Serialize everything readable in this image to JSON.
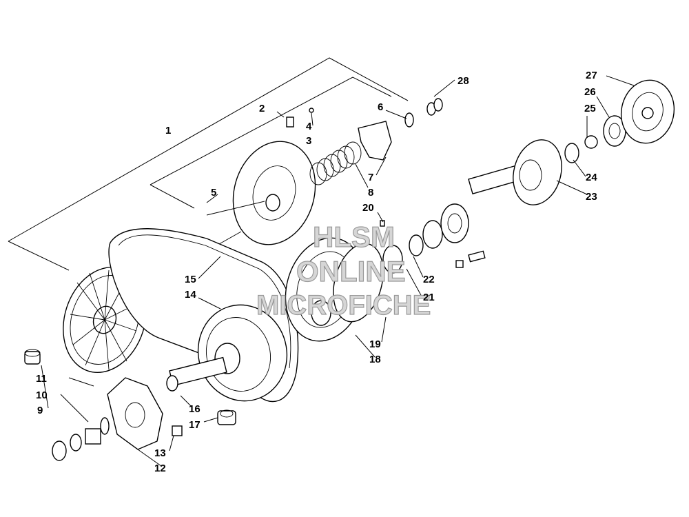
{
  "watermark": {
    "line1": "HLSM",
    "line2": "ONLINE",
    "line3": "MICROFICHE"
  },
  "callouts": [
    {
      "id": "c1",
      "label": "1"
    },
    {
      "id": "c2",
      "label": "2"
    },
    {
      "id": "c3",
      "label": "3"
    },
    {
      "id": "c4",
      "label": "4"
    },
    {
      "id": "c5",
      "label": "5"
    },
    {
      "id": "c6",
      "label": "6"
    },
    {
      "id": "c7",
      "label": "7"
    },
    {
      "id": "c8",
      "label": "8"
    },
    {
      "id": "c9",
      "label": "9"
    },
    {
      "id": "c10",
      "label": "10"
    },
    {
      "id": "c11",
      "label": "11"
    },
    {
      "id": "c12",
      "label": "12"
    },
    {
      "id": "c13",
      "label": "13"
    },
    {
      "id": "c14",
      "label": "14"
    },
    {
      "id": "c15",
      "label": "15"
    },
    {
      "id": "c16",
      "label": "16"
    },
    {
      "id": "c17",
      "label": "17"
    },
    {
      "id": "c18",
      "label": "18"
    },
    {
      "id": "c19",
      "label": "19"
    },
    {
      "id": "c20",
      "label": "20"
    },
    {
      "id": "c21",
      "label": "21"
    },
    {
      "id": "c22",
      "label": "22"
    },
    {
      "id": "c23",
      "label": "23"
    },
    {
      "id": "c24",
      "label": "24"
    },
    {
      "id": "c25",
      "label": "25"
    },
    {
      "id": "c26",
      "label": "26"
    },
    {
      "id": "c27",
      "label": "27"
    },
    {
      "id": "c28",
      "label": "28"
    }
  ]
}
